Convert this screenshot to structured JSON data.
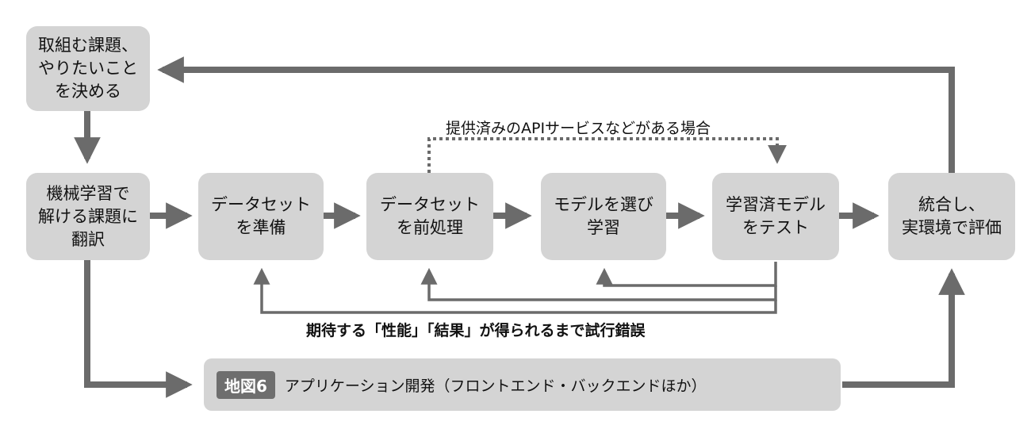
{
  "nodes": {
    "decide": "取組む課題、\nやりたいこと\nを決める",
    "translate": "機械学習で\n解ける課題に\n翻訳",
    "prepare": "データセット\nを準備",
    "preprocess": "データセット\nを前処理",
    "select_model": "モデルを選び\n学習",
    "test": "学習済モデル\nをテスト",
    "integrate": "統合し、\n実環境で評価"
  },
  "labels": {
    "api_service": "提供済みのAPIサービスなどがある場合",
    "trial_error": "期待する「性能」「結果」が得られるまで試行錯誤"
  },
  "app": {
    "badge": "地図6",
    "text": "アプリケーション開発（フロントエンド・バックエンドほか）"
  },
  "colors": {
    "box": "#d4d4d4",
    "arrow": "#6b6b6b",
    "badge": "#6e6e6e"
  }
}
